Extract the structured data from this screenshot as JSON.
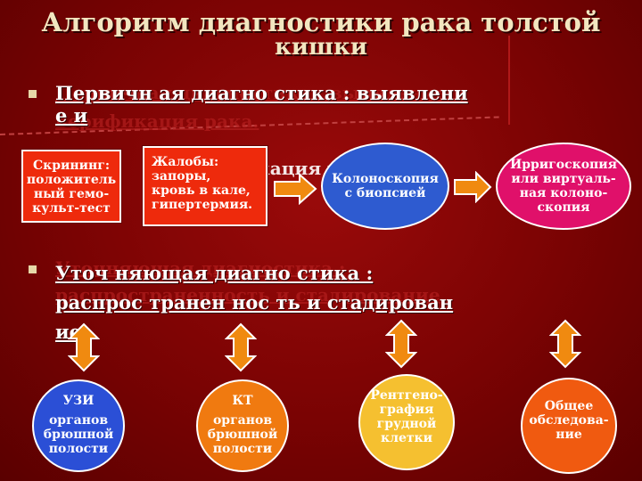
{
  "title": {
    "line1": "Алгоритм диагностики рака толстой",
    "line2": "кишки"
  },
  "section1": {
    "ghost_line1": "Первичная диагностика : выявление и",
    "ghost_line2": "верификация рака.",
    "ghost_line3": "верификация рака .",
    "text_line1": "Первичн ая диагно стика : выявлени",
    "text_line2": "е и"
  },
  "screening_box": {
    "line1": "Скрининг:",
    "line2": "положитель",
    "line3": "ный гемо-",
    "line4": "культ-тест"
  },
  "complaints_box": {
    "line1": "Жалобы:",
    "line2": "запоры,",
    "line3": "кровь в кале,",
    "line4": "гипертермия."
  },
  "colonoscopy_oval": {
    "line1": "Колоноскопия",
    "line2": "с биопсией"
  },
  "irrigoscopy_oval": {
    "line1": "Ирригоскопия",
    "line2": "или виртуаль-",
    "line3": "ная колоно-",
    "line4": "скопия"
  },
  "section2": {
    "ghost_line1": "Уточняющая диагностика :",
    "ghost_line2": "распространенность и стадирование",
    "text_line1": "Уточ няющая диагно стика :",
    "text_line2": "распрос транен нос ть и стадирован",
    "text_line3": "ие"
  },
  "exams": [
    {
      "line1": "УЗИ",
      "line2": "органов",
      "line3": "брюшной",
      "line4": "полости",
      "color": "#2b4fd6"
    },
    {
      "line1": "КТ",
      "line2": "органов",
      "line3": "брюшной",
      "line4": "полости",
      "color": "#f07a10"
    },
    {
      "line1": "Рентгено-",
      "line2": "графия",
      "line3": "грудной",
      "line4": "клетки",
      "color": "#f5c030"
    },
    {
      "line1": "Общее",
      "line2": "обследова-",
      "line3": "ние",
      "line4": "",
      "color": "#f05a10"
    }
  ],
  "colors": {
    "background": "#7a0303",
    "box_fill": "#ee2a0c",
    "colonoscopy_fill": "#2e5bd0",
    "irrigoscopy_fill": "#e0106a",
    "arrow_fill": "#f08a10",
    "title_color": "#f2e6c0"
  }
}
